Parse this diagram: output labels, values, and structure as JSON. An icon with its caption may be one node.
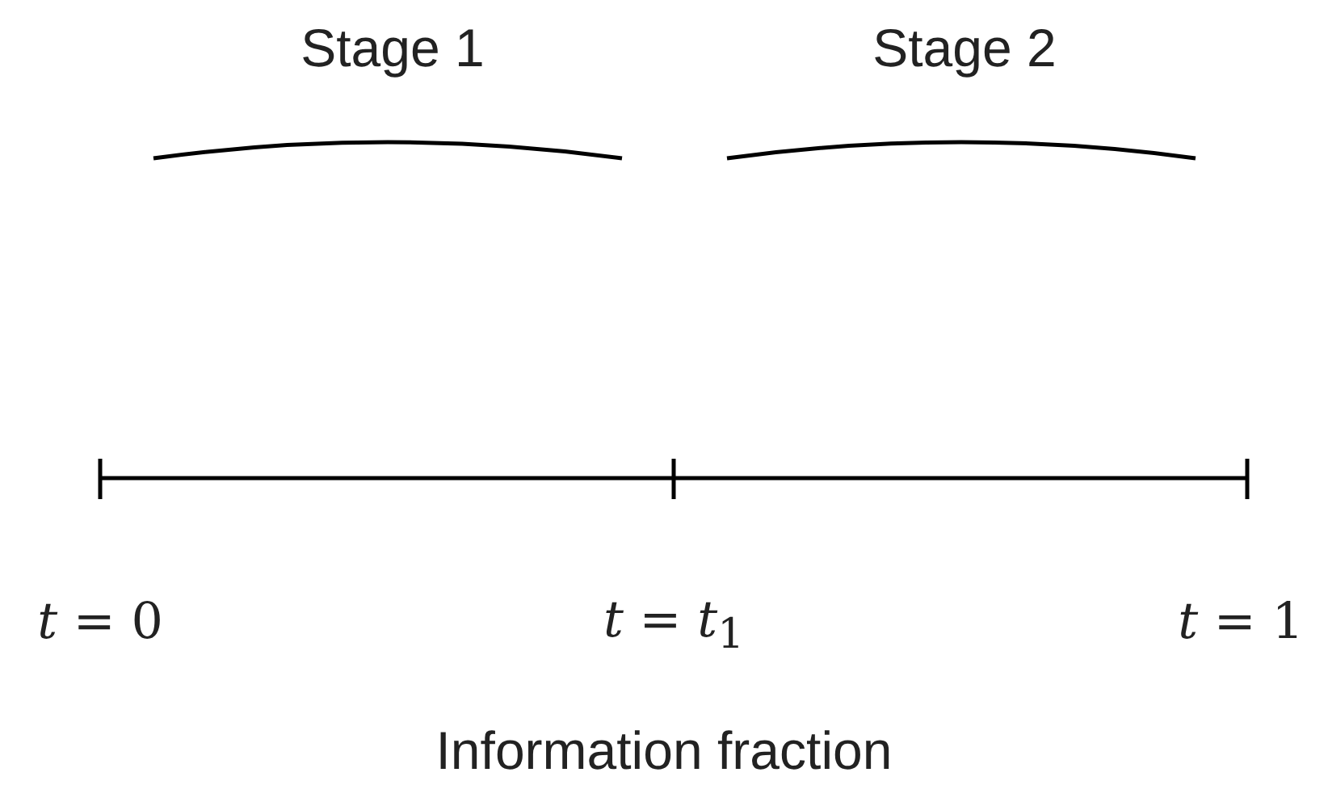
{
  "diagram": {
    "labels": [
      "Stage 1",
      "Stage 2",
      "*t* = 0",
      "*t* = *t*$_{1}$",
      "*t* = 1",
      "Information fraction"
    ]
  }
}
